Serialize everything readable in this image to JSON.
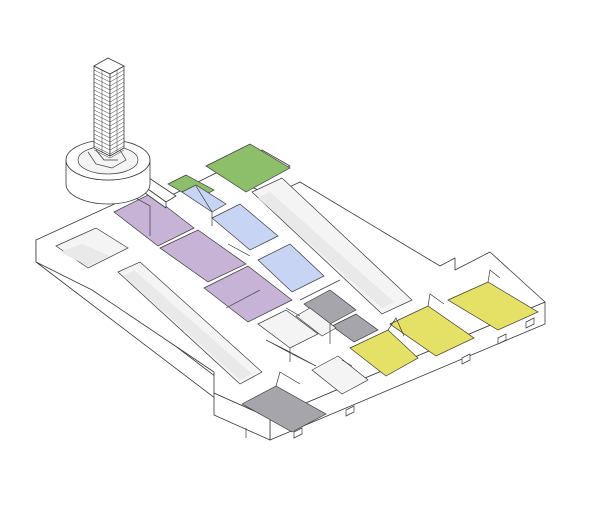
{
  "colors": {
    "green": "#8dbf6a",
    "blue": "#c8d4f3",
    "purple": "#c7b3d6",
    "gray": "#a5a5ab",
    "yellow": "#e4e166",
    "white": "#ffffff",
    "stroke": "#3a3a3a"
  },
  "zones": [
    {
      "id": "green-room-north",
      "color_key": "green"
    },
    {
      "id": "green-room-small",
      "color_key": "green"
    },
    {
      "id": "blue-room-small",
      "color_key": "blue"
    },
    {
      "id": "blue-room-middle",
      "color_key": "blue"
    },
    {
      "id": "blue-room-south",
      "color_key": "blue"
    },
    {
      "id": "purple-room-1",
      "color_key": "purple"
    },
    {
      "id": "purple-room-2",
      "color_key": "purple"
    },
    {
      "id": "purple-room-3",
      "color_key": "purple"
    },
    {
      "id": "gray-room-1",
      "color_key": "gray"
    },
    {
      "id": "gray-room-2",
      "color_key": "gray"
    },
    {
      "id": "gray-room-3",
      "color_key": "gray"
    },
    {
      "id": "yellow-room-1",
      "color_key": "yellow"
    },
    {
      "id": "yellow-room-2",
      "color_key": "yellow"
    },
    {
      "id": "yellow-room-3",
      "color_key": "yellow"
    }
  ]
}
